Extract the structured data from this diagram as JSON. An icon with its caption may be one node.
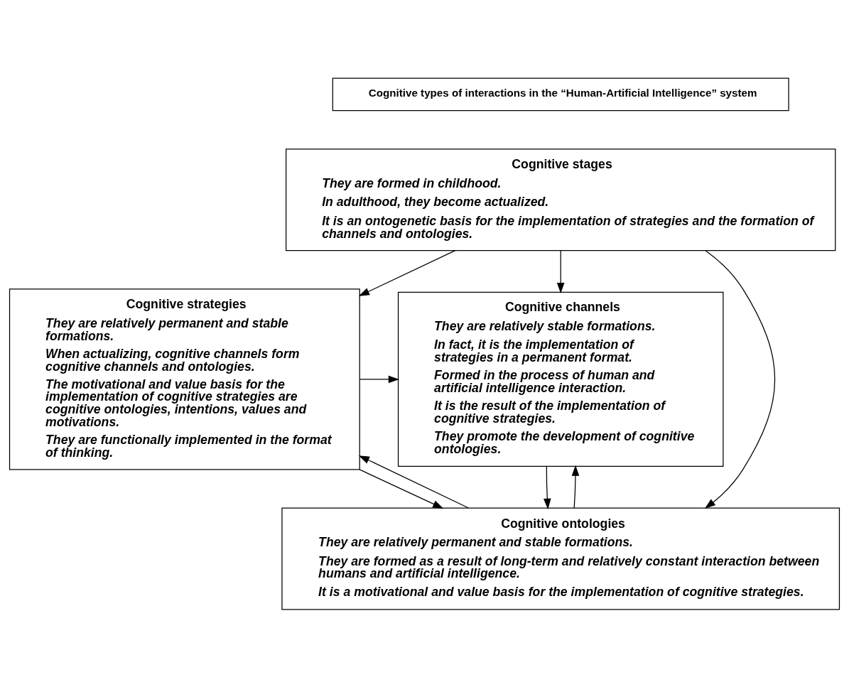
{
  "diagram": {
    "nodes": [
      {
        "text": [
          "Cognitive types of interactions in the “Human-Artificial Intelligence” system"
        ]
      },
      {
        "text": [
          "Cognitive stages",
          "They are formed in childhood.",
          "In adulthood, they become actualized.",
          "It is an ontogenetic basis for the implementation of strategies and the formation of channels and ontologies."
        ]
      },
      {
        "text": [
          "Cognitive strategies",
          "They are relatively permanent and stable formations.",
          "When actualizing, cognitive channels form cognitive channels and ontologies.",
          "The motivational and value basis for the implementation of cognitive strategies are cognitive ontologies, intentions, values and motivations.",
          "They are functionally implemented in the format of thinking."
        ]
      },
      {
        "text": [
          "Cognitive channels",
          "They are relatively stable formations.",
          "In fact, it is the implementation of strategies in a permanent format.",
          "Formed in the process of human and artificial intelligence interaction.",
          "It is the result of the implementation of cognitive strategies.",
          "They promote the development of cognitive ontologies."
        ]
      },
      {
        "text": [
          "Cognitive ontologies",
          "They are relatively permanent and stable formations.",
          "They are formed as a result of long-term and relatively constant interaction between humans and artificial intelligence.",
          "It is a motivational and value basis for the implementation of cognitive strategies."
        ]
      }
    ],
    "edges": [
      {
        "from": 1,
        "to": 2,
        "arrow": "to"
      },
      {
        "from": 1,
        "to": 3,
        "arrow": "to"
      },
      {
        "from": 1,
        "to": 4,
        "arrow": "to"
      },
      {
        "from": 2,
        "to": 3,
        "arrow": "to"
      },
      {
        "from": 2,
        "to": 4,
        "arrow": "to"
      },
      {
        "from": 4,
        "to": 2,
        "arrow": "to"
      },
      {
        "from": 4,
        "to": 3,
        "arrow": "to"
      },
      {
        "from": 3,
        "to": 4,
        "arrow": "to"
      }
    ]
  }
}
